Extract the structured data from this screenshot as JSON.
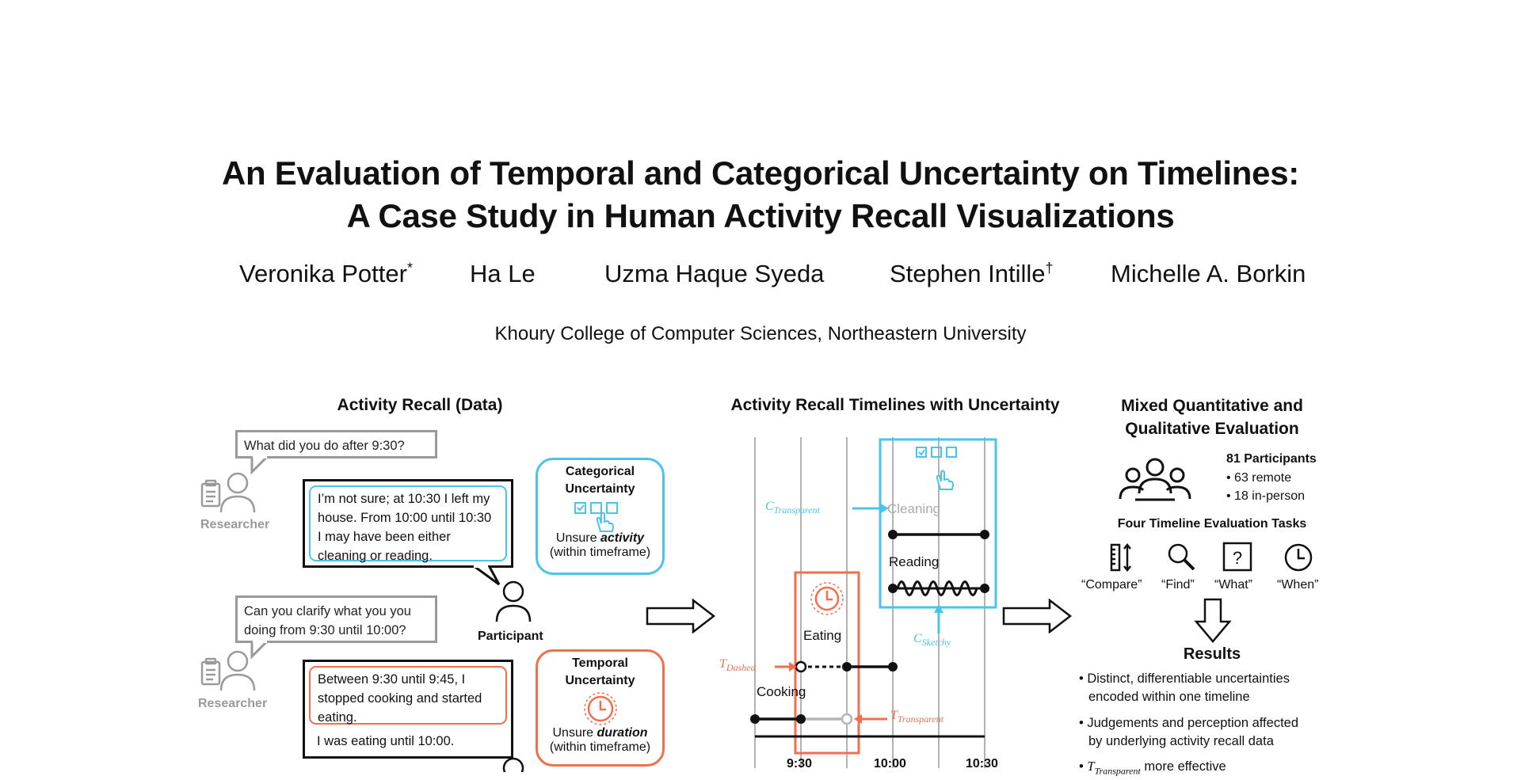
{
  "paper": {
    "title_line1": "An Evaluation of Temporal and Categorical Uncertainty on Timelines:",
    "title_line2": "A Case Study in Human Activity Recall Visualizations",
    "authors": [
      {
        "name": "Veronika Potter",
        "mark": "*"
      },
      {
        "name": "Ha Le",
        "mark": ""
      },
      {
        "name": "Uzma Haque Syeda",
        "mark": ""
      },
      {
        "name": "Stephen Intille",
        "mark": "†"
      },
      {
        "name": "Michelle A. Borkin",
        "mark": ""
      }
    ],
    "affiliation": "Khoury College of Computer Sciences, Northeastern University"
  },
  "left_panel": {
    "title": "Activity Recall (Data)",
    "researcher_label": "Researcher",
    "participant_label": "Participant",
    "q1": "What did you do after 9:30?",
    "a1": "I’m not sure; at 10:30 I left my house. From 10:00 until 10:30 I may have been either cleaning or reading.",
    "q2": "Can you clarify what you you doing from 9:30 until 10:00?",
    "a2_part1": "Between 9:30 until 9:45, I stopped cooking and started eating.",
    "a2_part2": "I was eating until 10:00.",
    "cat_box": {
      "title": "Categorical Uncertainty",
      "line1": "Unsure ",
      "emph": "activity",
      "line2": "(within timeframe)",
      "color": "#4cc3ea"
    },
    "temp_box": {
      "title": "Temporal Uncertainty",
      "line1": "Unsure ",
      "emph": "duration",
      "line2": "(within timeframe)",
      "color": "#f0704e"
    }
  },
  "middle_panel": {
    "title": "Activity Recall Timelines with Uncertainty",
    "labels": {
      "cleaning": "Cleaning",
      "reading": "Reading",
      "eating": "Eating",
      "cooking": "Cooking",
      "c_transparent": "C",
      "c_transparent_sub": "Transparent",
      "c_sketchy": "C",
      "c_sketchy_sub": "Sketchy",
      "t_dashed": "T",
      "t_dashed_sub": "Dashed",
      "t_transparent": "T",
      "t_transparent_sub": "Transparent"
    },
    "ticks": [
      "9:30",
      "10:00",
      "10:30"
    ]
  },
  "right_panel": {
    "title_line1": "Mixed Quantitative and",
    "title_line2": "Qualitative Evaluation",
    "participants_total": "81 Participants",
    "participants_remote": "63 remote",
    "participants_inperson": "18 in-person",
    "tasks_title": "Four Timeline Evaluation Tasks",
    "tasks": [
      "“Compare”",
      "“Find”",
      "“What”",
      "“When”"
    ],
    "results_title": "Results",
    "results": [
      {
        "line1": "Distinct, differentiable uncertainties",
        "line2": "encoded within one timeline"
      },
      {
        "line1": "Judgements and perception affected",
        "line2": "by underlying activity recall data"
      }
    ],
    "result3_sub": "Transparent",
    "result3_prefix": "T",
    "result3_rest": " more effective"
  },
  "colors": {
    "blue": "#4cc3ea",
    "orange": "#f0704e",
    "gray": "#9a9a9a"
  }
}
